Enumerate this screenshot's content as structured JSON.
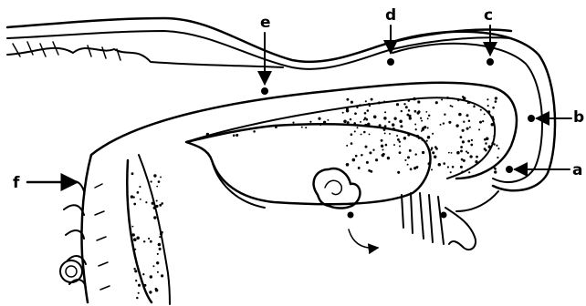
{
  "diagram": {
    "labels": {
      "a": "a",
      "b": "b",
      "c": "c",
      "d": "d",
      "e": "e",
      "f": "f"
    }
  }
}
